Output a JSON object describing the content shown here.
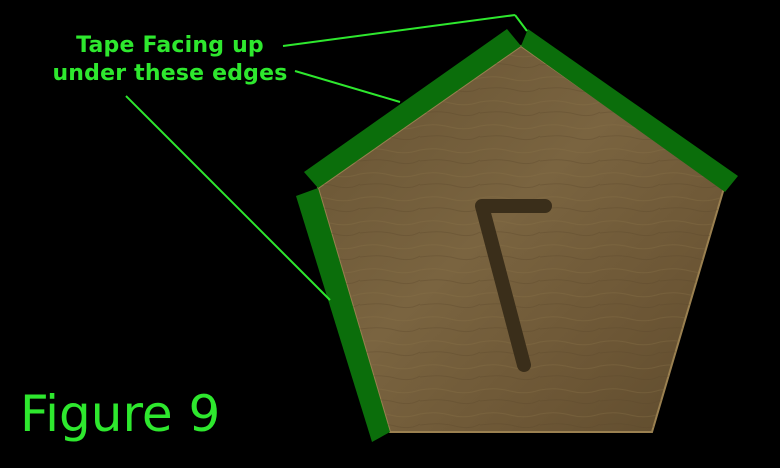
{
  "callout": {
    "line1": "Tape Facing up",
    "line2": "under these edges"
  },
  "figure_label": "Figure 9",
  "colors": {
    "background": "#000000",
    "label_green": "#2ee82e",
    "tape_green": "#0b6e0b",
    "wood": "#6f5a36",
    "wood_edge": "#9a8050",
    "slot": "#3a2e1a"
  }
}
